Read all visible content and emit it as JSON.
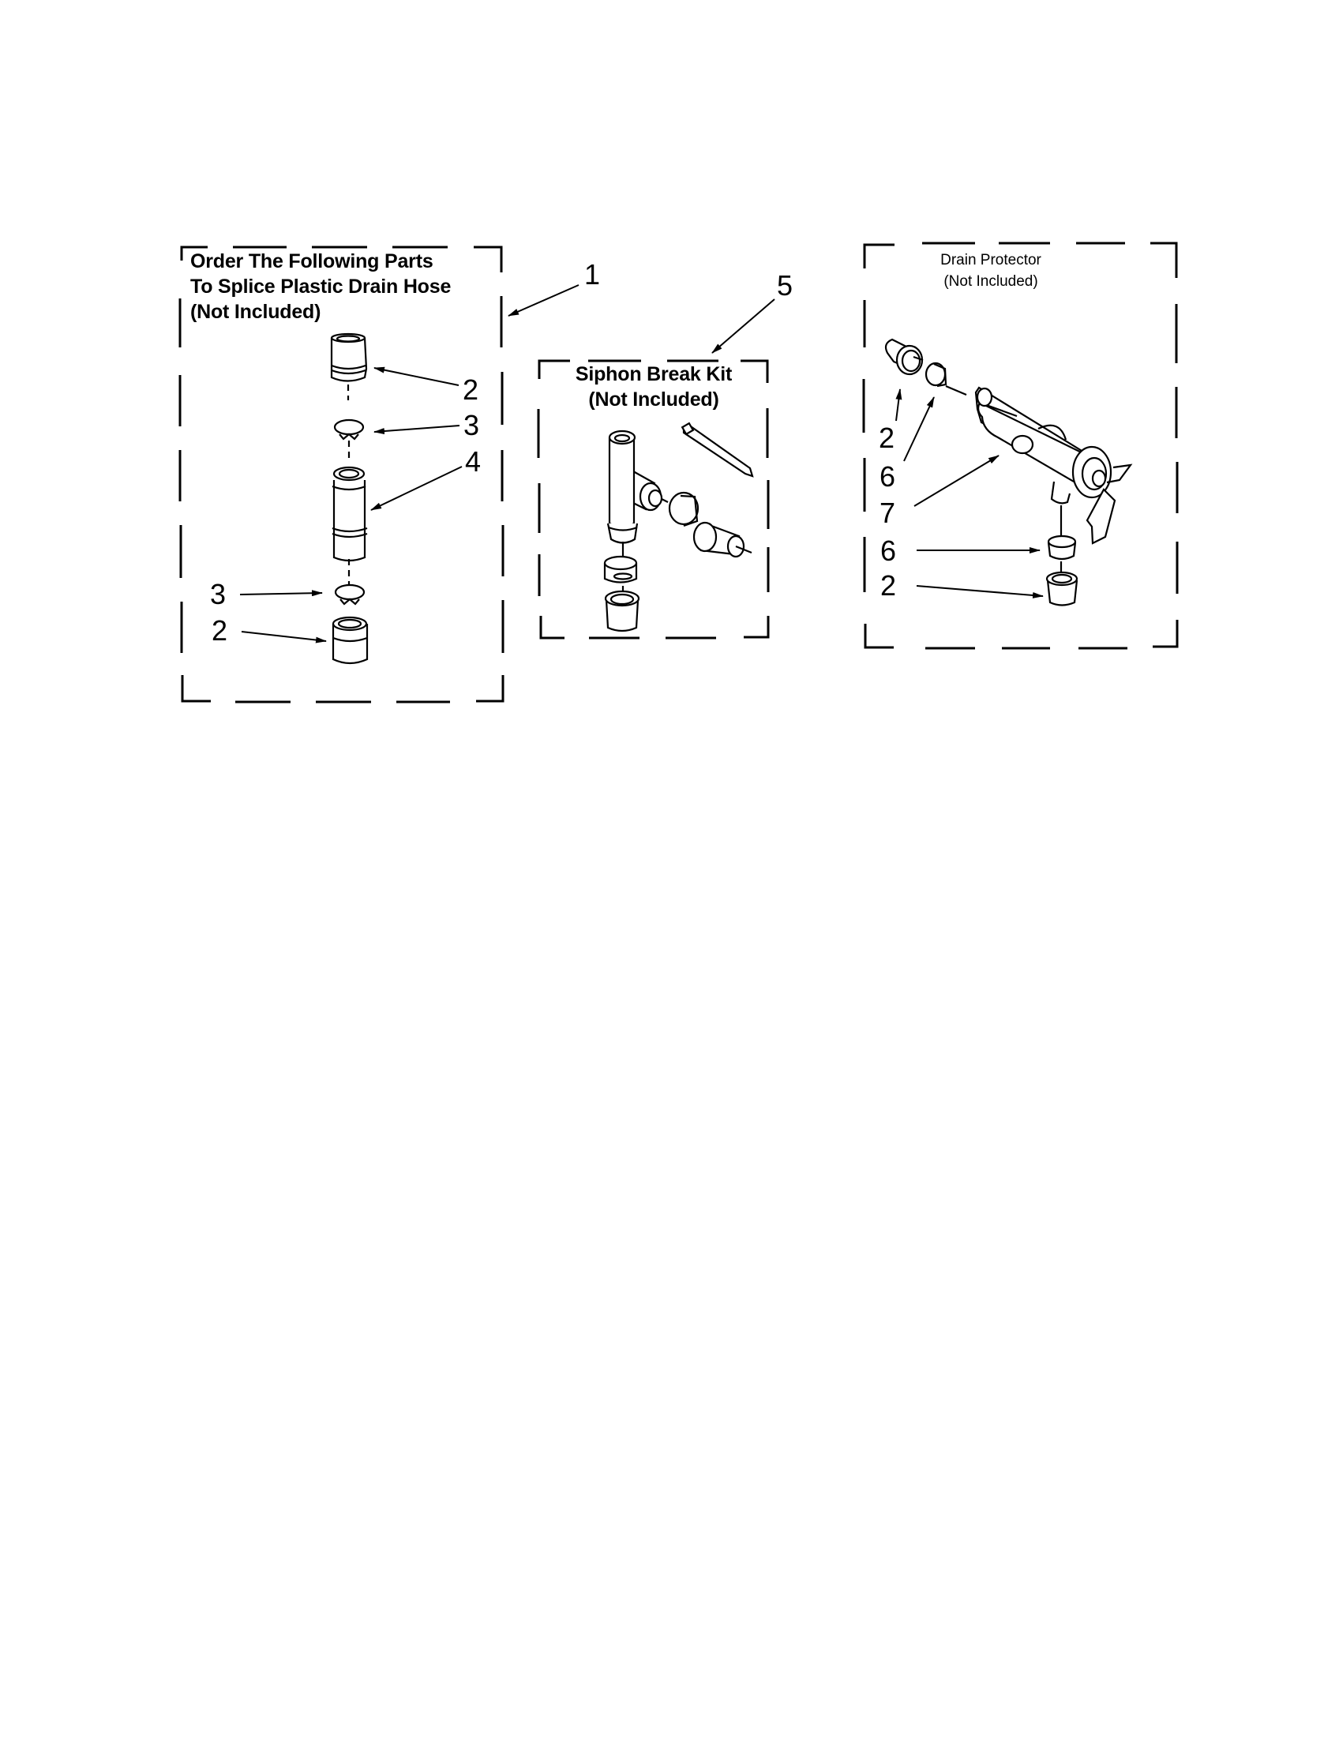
{
  "panels": {
    "splice_kit": {
      "title_lines": [
        "Order The Following Parts",
        "To Splice Plastic Drain Hose",
        "(Not Included)"
      ],
      "callout": "1",
      "parts": [
        {
          "label": "2",
          "name": "Sleeve/adapter (top)"
        },
        {
          "label": "3",
          "name": "Clamp (top)"
        },
        {
          "label": "4",
          "name": "Connector/coupling"
        },
        {
          "label": "3",
          "name": "Clamp (bottom)"
        },
        {
          "label": "2",
          "name": "Sleeve/adapter (bottom)"
        }
      ]
    },
    "siphon_break_kit": {
      "title_lines": [
        "Siphon Break Kit",
        "(Not Included)"
      ],
      "callout": "5"
    },
    "drain_protector": {
      "title_lines": [
        "Drain Protector",
        "(Not Included)"
      ],
      "parts": [
        {
          "label": "2",
          "name": "Adapter (left)"
        },
        {
          "label": "6",
          "name": "Clamp (left)"
        },
        {
          "label": "7",
          "name": "Drain protector body"
        },
        {
          "label": "6",
          "name": "Clamp (bottom)"
        },
        {
          "label": "2",
          "name": "Adapter (bottom)"
        }
      ]
    }
  },
  "colors": {
    "line": "#000000",
    "background": "#ffffff"
  }
}
